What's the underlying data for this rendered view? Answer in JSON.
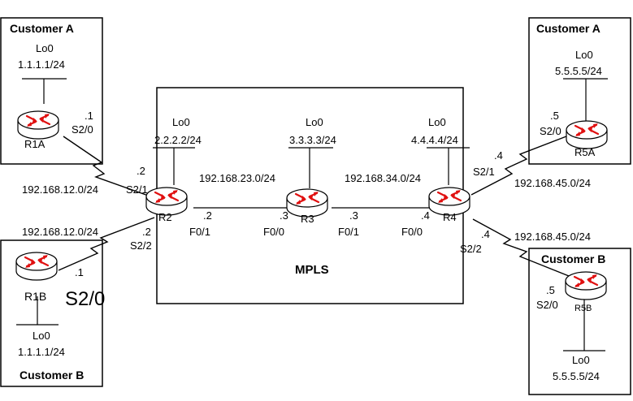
{
  "customers": {
    "a_left_title": "Customer A",
    "a_right_title": "Customer A",
    "b_left_title": "Customer B",
    "b_right_title": "Customer B"
  },
  "cloud": {
    "label": "MPLS"
  },
  "routers": {
    "r1a": {
      "name": "R1A",
      "lo_label": "Lo0",
      "lo_addr": "1.1.1.1/24",
      "ip": ".1",
      "intf": "S2/0"
    },
    "r1b": {
      "name": "R1B",
      "lo_label": "Lo0",
      "lo_addr": "1.1.1.1/24",
      "ip": ".1",
      "intf": "S2/0"
    },
    "r2": {
      "name": "R2",
      "lo_label": "Lo0",
      "lo_addr": "2.2.2.2/24",
      "ip_top": ".2",
      "intf_top": "S2/1",
      "ip_bottom": ".2",
      "intf_bottom": "S2/2",
      "ip_right": ".2",
      "intf_right": "F0/1"
    },
    "r3": {
      "name": "R3",
      "lo_label": "Lo0",
      "lo_addr": "3.3.3.3/24",
      "ip_left": ".3",
      "intf_left": "F0/0",
      "ip_right": ".3",
      "intf_right": "F0/1"
    },
    "r4": {
      "name": "R4",
      "lo_label": "Lo0",
      "lo_addr": "4.4.4.4/24",
      "ip_left": ".4",
      "intf_left": "F0/0",
      "ip_top": ".4",
      "intf_top": "S2/1",
      "ip_bottom": ".4",
      "intf_bottom": "S2/2"
    },
    "r5a": {
      "name": "R5A",
      "lo_label": "Lo0",
      "lo_addr": "5.5.5.5/24",
      "ip": ".5",
      "intf": "S2/0"
    },
    "r5b": {
      "name": "R5B",
      "lo_label": "Lo0",
      "lo_addr": "5.5.5.5/24",
      "ip": ".5",
      "intf": "S2/0"
    }
  },
  "subnets": {
    "r1a_r2": "192.168.12.0/24",
    "r1b_r2": "192.168.12.0/24",
    "r2_r3": "192.168.23.0/24",
    "r3_r4": "192.168.34.0/24",
    "r4_r5a": "192.168.45.0/24",
    "r4_r5b": "192.168.45.0/24"
  },
  "colors": {
    "line": "#000000",
    "router_body": "#ffffff",
    "arrow": "#e01010"
  }
}
